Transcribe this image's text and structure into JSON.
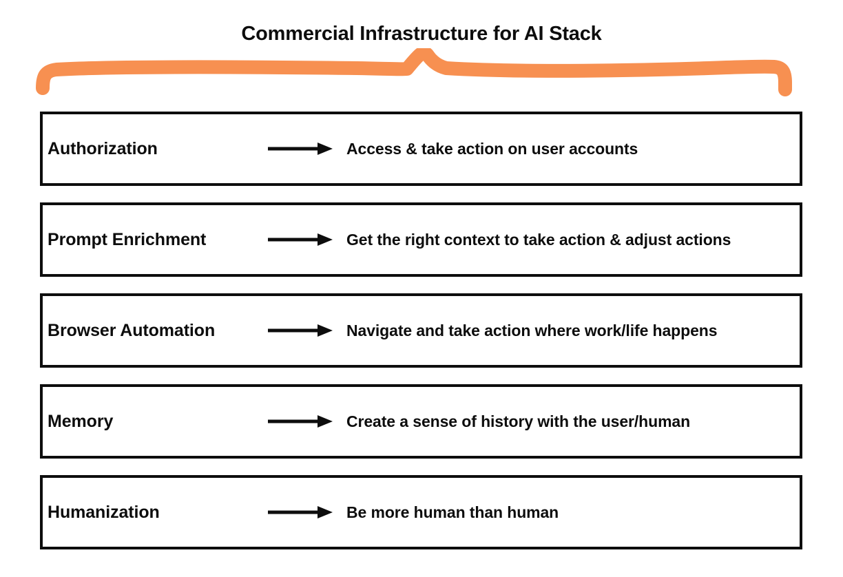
{
  "header": {
    "title": "Commercial Infrastructure for AI Stack"
  },
  "decoration": {
    "brush_stroke_name": "orange-highlight-brush-stroke",
    "brush_color": "#F79051"
  },
  "colors": {
    "accent": "#F79051",
    "text": "#0D0D0D",
    "border": "#0D0D0D",
    "background": "#FFFFFF"
  },
  "stack": {
    "arrow_icon": "arrow-right-icon",
    "rows": [
      {
        "label": "Authorization",
        "description": "Access & take action on user accounts"
      },
      {
        "label": "Prompt Enrichment",
        "description": "Get the right context to take action & adjust actions"
      },
      {
        "label": "Browser Automation",
        "description": "Navigate and take action where work/life happens"
      },
      {
        "label": "Memory",
        "description": "Create a sense of history with the user/human"
      },
      {
        "label": "Humanization",
        "description": "Be more human than human"
      }
    ]
  }
}
